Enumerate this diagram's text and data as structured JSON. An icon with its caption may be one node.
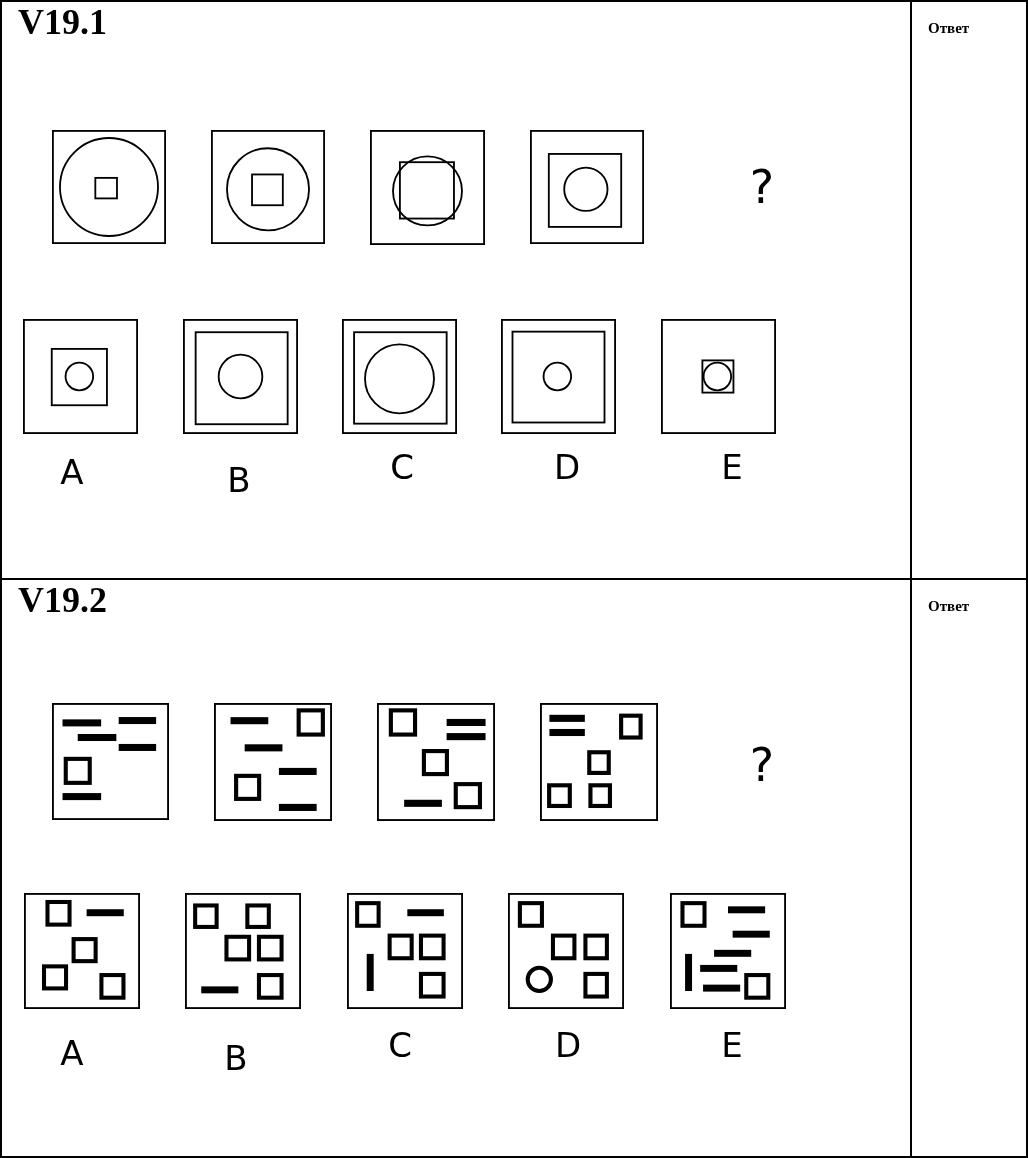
{
  "diagram": {
    "labels": [
      "V19.1",
      "Ответ",
      "?",
      "A",
      "B",
      "C",
      "D",
      "E",
      "V19.2",
      "Ответ",
      "?",
      "A",
      "B",
      "C",
      "D",
      "E"
    ]
  }
}
